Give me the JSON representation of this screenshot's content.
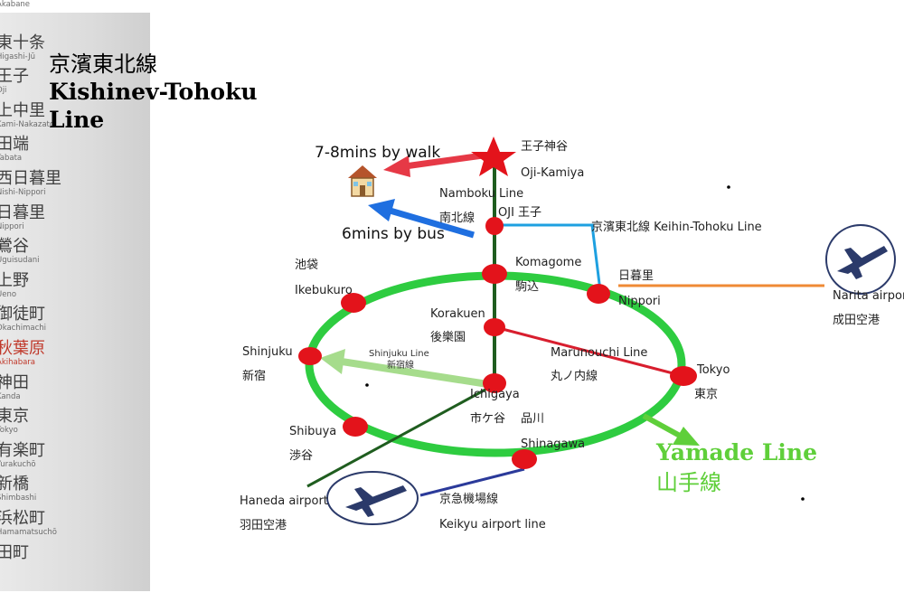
{
  "sign": {
    "stations": [
      {
        "jp": "",
        "en": "Akabane"
      },
      {
        "jp": "東十条",
        "en": "Higashi-Jū"
      },
      {
        "jp": "王子",
        "en": "Oji"
      },
      {
        "jp": "上中里",
        "en": "Kami-Nakazato"
      },
      {
        "jp": "田端",
        "en": "Tabata"
      },
      {
        "jp": "西日暮里",
        "en": "Nishi-Nippori"
      },
      {
        "jp": "日暮里",
        "en": "Nippori"
      },
      {
        "jp": "鶯谷",
        "en": "Uguisudani"
      },
      {
        "jp": "上野",
        "en": "Ueno"
      },
      {
        "jp": "御徒町",
        "en": "Okachimachi"
      },
      {
        "jp": "秋葉原",
        "en": "Akihabara"
      },
      {
        "jp": "神田",
        "en": "Kanda"
      },
      {
        "jp": "東京",
        "en": "Tokyo"
      },
      {
        "jp": "有楽町",
        "en": "Yurakuchō"
      },
      {
        "jp": "新橋",
        "en": "Shimbashi"
      },
      {
        "jp": "浜松町",
        "en": "Hamamatsuchō"
      },
      {
        "jp": "田町",
        "en": ""
      }
    ],
    "current": "秋葉原"
  },
  "line_title": {
    "jp": "京濱東北線",
    "en": "Kishinev-Tohoku Line"
  },
  "yamanote": {
    "en": "Yamade Line",
    "jp": "山手線"
  },
  "annotations": {
    "walk": "7-8mins by walk",
    "bus": "6mins by bus"
  },
  "stations": {
    "oji_kamiya": {
      "jp": "王子神谷",
      "en": "Oji-Kamiya"
    },
    "namboku": {
      "en": "Namboku Line",
      "jp": "南北線"
    },
    "oji": {
      "label": "OJI 王子"
    },
    "keihin": {
      "label": "京濱東北線  Keihin-Tohoku Line"
    },
    "komagome": {
      "en": "Komagome",
      "jp": "駒込"
    },
    "nippori": {
      "jp": "日暮里",
      "en": "Nippori"
    },
    "ikebukuro": {
      "jp": "池袋",
      "en": "Ikebukuro"
    },
    "korakuen": {
      "en": "Korakuen",
      "jp": "後樂園"
    },
    "shinjuku": {
      "en": "Shinjuku",
      "jp": "新宿"
    },
    "shinjuku_line": {
      "en": "Shinjuku Line",
      "jp": "新宿線"
    },
    "marunouchi": {
      "en": "Marunouchi Line",
      "jp": "丸ノ内線"
    },
    "tokyo": {
      "en": "Tokyo",
      "jp": "東京"
    },
    "ichigaya": {
      "en": "Ichigaya",
      "jp": "市ケ谷",
      "extra": "品川"
    },
    "shibuya": {
      "en": "Shibuya",
      "jp": "渉谷"
    },
    "shinagawa": {
      "en": "Shinagawa"
    },
    "haneda": {
      "en": "Haneda airport",
      "jp": "羽田空港"
    },
    "keikyu": {
      "jp": "京急機場線",
      "en": "Keikyu airport line"
    },
    "narita": {
      "en": "Narita airport",
      "jp": "成田空港"
    }
  },
  "colors": {
    "yamanote": "#2ecc40",
    "station_dot": "#e3131b",
    "namboku": "#1f5d1f",
    "keihin": "#1ea0e0",
    "marunouchi": "#d81e2e",
    "keikyu": "#2b3a9a",
    "narita_line": "#ef8a35",
    "walk_arrow": "#e63946",
    "bus_arrow": "#1f6fe0",
    "shinjuku_arrow": "#a6dc8c"
  }
}
